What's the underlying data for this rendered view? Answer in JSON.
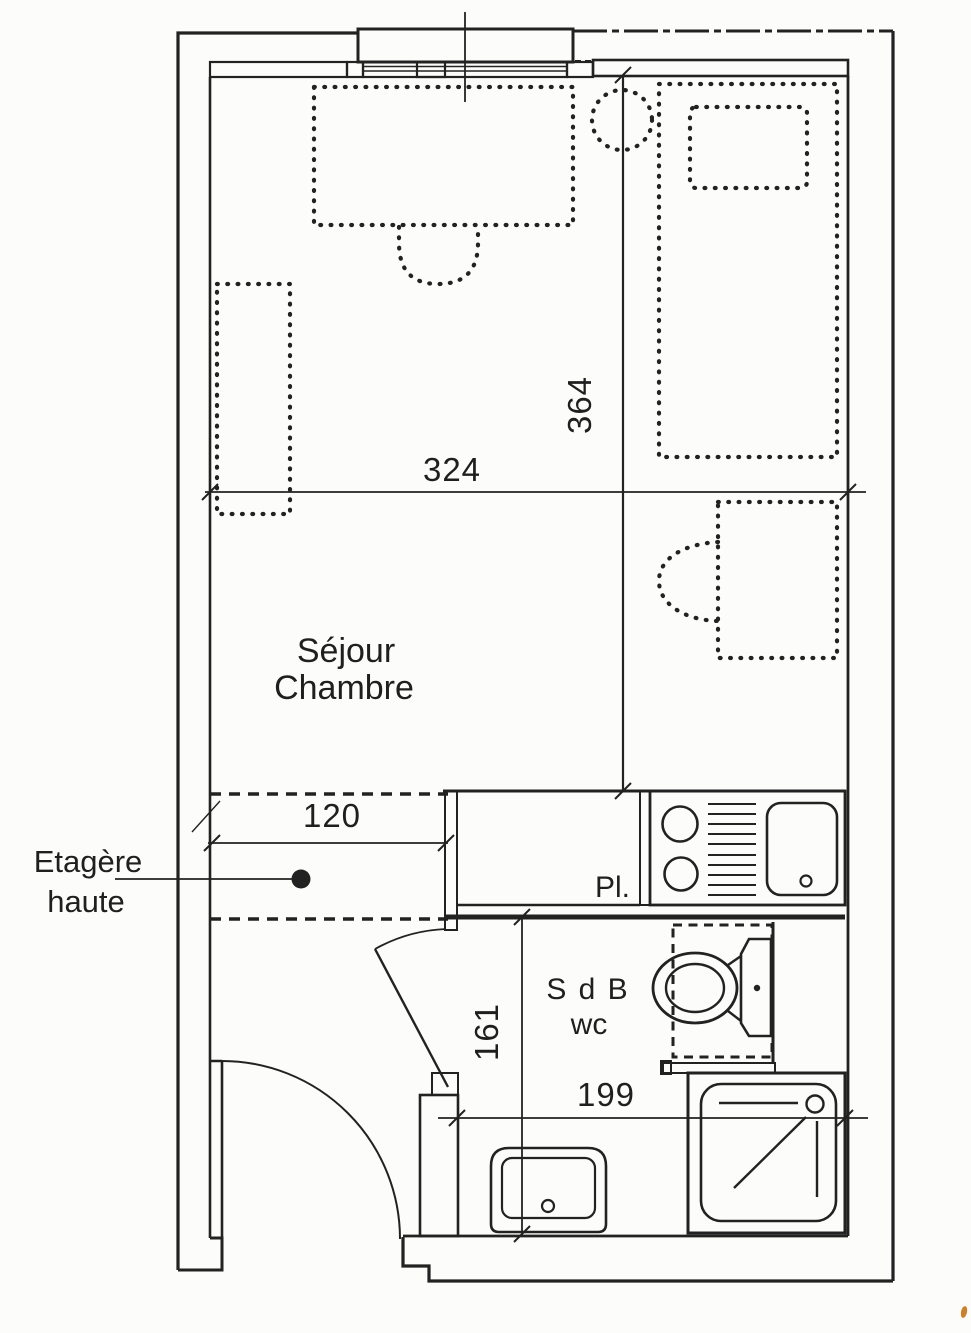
{
  "plan": {
    "rooms": {
      "main_room_line1": "Séjour",
      "main_room_line2": "Chambre",
      "closet_label": "Pl.",
      "bathroom_line1": "S d B",
      "bathroom_line2": "wc",
      "shelf_note_line1": "Etagère",
      "shelf_note_line2": "haute"
    },
    "dimensions": {
      "main_room_width": "324",
      "main_room_depth": "364",
      "high_shelf_width": "120",
      "bathroom_depth": "161",
      "bathroom_width": "199"
    },
    "colors": {
      "ink": "#222222",
      "paper": "#fcfcfa",
      "scan_artifact": "#c9812b"
    }
  }
}
